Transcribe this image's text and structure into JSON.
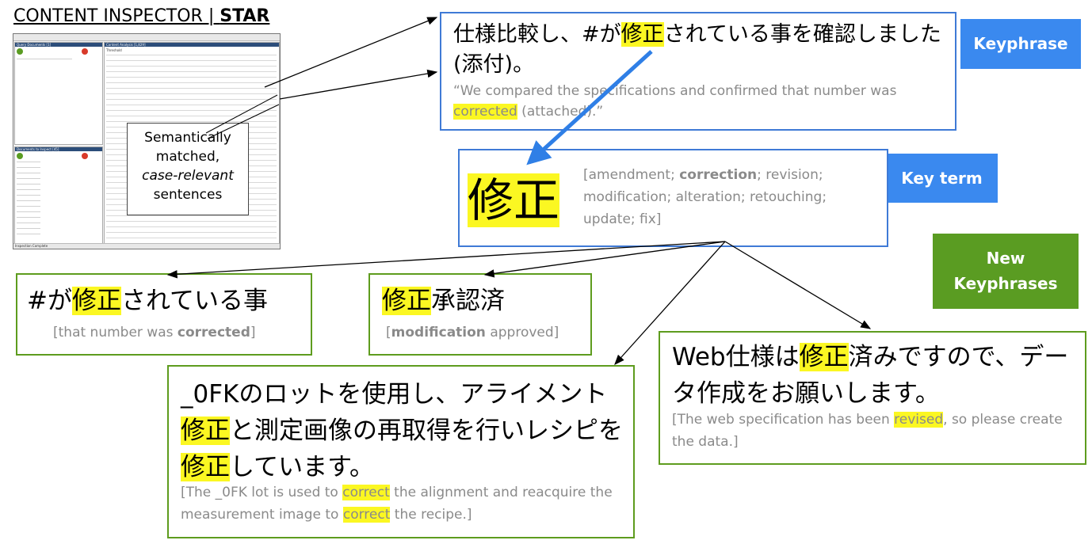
{
  "header": {
    "title_prefix": "CONTENT INSPECTOR | ",
    "title_bold": "STAR"
  },
  "screenshot": {
    "query_panel_title": "Query Documents [1]",
    "docs_panel_title": "Documents to Inspect [45]",
    "results_panel_title": "Content Analysis [1,829]",
    "threshold_label": "Threshold",
    "status": "Inspection Complete"
  },
  "callout": {
    "line1": "Semantically",
    "line2": "matched,",
    "line3": "case-relevant",
    "line4": "sentences"
  },
  "keyphrase_box": {
    "jp_before": "仕様比較し、#が",
    "jp_hl": "修正",
    "jp_after": "されている事を確認しました(添付)。",
    "en_before": "“We compared the specifications and confirmed that number was ",
    "en_hl": "corrected",
    "en_after": " (attached).”"
  },
  "tags": {
    "keyphrase": "Keyphrase",
    "key_term": "Key term",
    "new_line1": "New",
    "new_line2": "Keyphrases"
  },
  "key_term_box": {
    "term": "修正",
    "def_before": "[amendment; ",
    "def_bold": "correction",
    "def_after": "; revision; modification; alteration; retouching; update; fix]"
  },
  "new_keyphrases": [
    {
      "jp_before": "#が",
      "jp_hl": "修正",
      "jp_after": "されている事",
      "en_before": "[that number was ",
      "en_bold": "corrected",
      "en_after": "]"
    },
    {
      "jp_hl": "修正",
      "jp_after": "承認済",
      "en_before": "[",
      "en_bold": "modification",
      "en_after": " approved]"
    },
    {
      "jp_part1": "_0FKのロットを使用し、アライメント",
      "jp_hl1": "修正",
      "jp_part2": "と測定画像の再取得を行いレシピを",
      "jp_hl2": "修正",
      "jp_part3": "しています。",
      "en_part1": "[The _0FK lot is used to ",
      "en_hl1": "correct",
      "en_part2": " the alignment and reacquire the measurement image to ",
      "en_hl2": "correct",
      "en_part3": " the recipe.]"
    },
    {
      "jp_before": "Web仕様は",
      "jp_hl": "修正",
      "jp_after": "済みですので、データ作成をお願いします。",
      "en_before": "[The web specification has been ",
      "en_hl": "revised",
      "en_after": ", so please create the data.]"
    }
  ],
  "colors": {
    "highlight": "#fbf722",
    "blue": "#3a89ef",
    "green": "#5a9c22",
    "arrow_blue": "#2f7fe6"
  }
}
